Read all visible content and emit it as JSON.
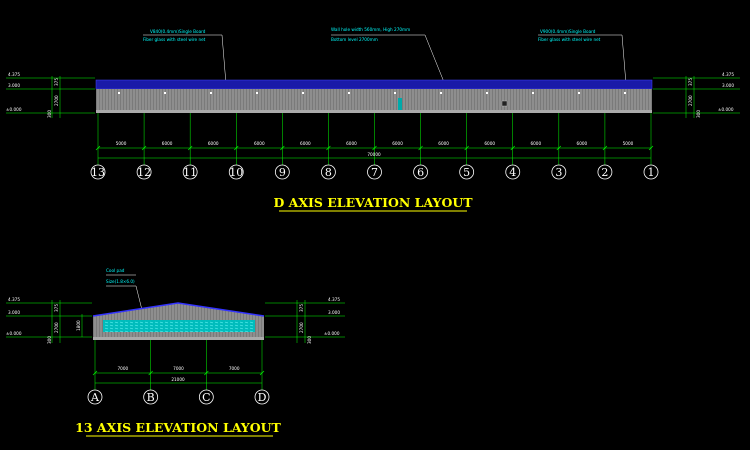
{
  "colors": {
    "background": "#000000",
    "dimension": "#00ff00",
    "annotation": "#00ffff",
    "roof": "#2222cc",
    "title": "#ffff00",
    "cladding": "#c8c8c8",
    "pool": "#00cccc"
  },
  "top_view": {
    "annotations": {
      "left_line1": "V840(0.4mm)Single Board",
      "left_line2": "Fiber glass with steel wire net",
      "mid_line1": "Wall hole width 560mm, High 270mm",
      "mid_line2": "Bottom level 2700mm",
      "right_line1": "V900(0.4mm)Single Board",
      "right_line2": "Fiber glass with steel wire net"
    },
    "level_labels_left": [
      "4.375",
      "3.000",
      "±0.000"
    ],
    "level_labels_right": [
      "4.375",
      "3.000",
      "±0.000"
    ],
    "vertical_dims_left": [
      "375",
      "2700",
      "300"
    ],
    "vertical_dims_right": [
      "375",
      "2700",
      "300"
    ],
    "span_dims": [
      "5000",
      "6000",
      "6000",
      "6000",
      "6000",
      "6000",
      "6000",
      "6000",
      "6000",
      "6000",
      "6000",
      "5000"
    ],
    "total_dim": "70000",
    "axis_labels": [
      "13",
      "12",
      "11",
      "10",
      "9",
      "8",
      "7",
      "6",
      "5",
      "4",
      "3",
      "2",
      "1"
    ],
    "title": "D AXIS ELEVATION LAYOUT"
  },
  "bottom_view": {
    "annotation_line1": "Cool pad",
    "annotation_line2": "Size(1.8×6.0)",
    "level_labels_left": [
      "4.375",
      "3.000",
      "±0.000"
    ],
    "level_labels_right": [
      "4.375",
      "3.000",
      "±0.000"
    ],
    "vertical_dims_left": [
      "375",
      "2700",
      "300"
    ],
    "vertical_dims_right": [
      "375",
      "2700",
      "300"
    ],
    "inner_dim": "1800",
    "span_dims": [
      "7000",
      "7000",
      "7000"
    ],
    "total_dim": "21000",
    "axis_labels": [
      "A",
      "B",
      "C",
      "D"
    ],
    "title": "13 AXIS ELEVATION LAYOUT"
  }
}
